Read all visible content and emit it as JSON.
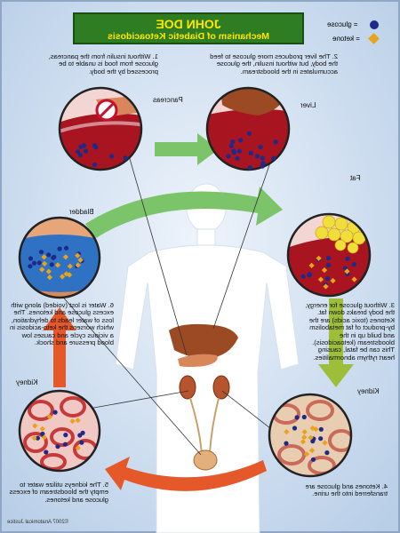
{
  "title": {
    "name": "JOHN DOE",
    "subtitle": "Mechanism of Diabetic Ketoacidosis"
  },
  "legend": {
    "glucose_label": "= glucose",
    "ketone_label": "= ketone",
    "glucose_color": "#1d2a8a",
    "ketone_color": "#e8a21c"
  },
  "labels": {
    "pancreas": "Pancreas",
    "liver": "Liver",
    "fat": "Fat",
    "bladder": "Bladder",
    "kidney_right": "Kidney",
    "kidney_left": "Kidney"
  },
  "steps": {
    "step1": "1. Without insulin from the pancreas, glucose from food is unable to be processed by the body.",
    "step2": "2. The liver produces more glucose to feed the body, but without insulin, the glucose accumulates in the bloodstream.",
    "step3": "3. Without glucose for energy, the body breaks down fat. Ketones (toxic acids) are the by-product of fat metabolism and build up in the bloodstream (ketoacidosis). This can be fatal, causing heart rythym abnormalities.",
    "step4": "4. Ketones and glucose are transferred into the urine.",
    "step5": "5. The kidneys utilize water to empty the bloodstream of excess glucose and ketones.",
    "step6": "6. Water is lost (voided) along with excess glucose and ketones. The loss of water leads to dehydration, which worsens the keto-acidosis in a vicious cycle and causes low blood pressure and shock."
  },
  "copyright": "©2007 Anatomical Justice",
  "colors": {
    "background_blue": "#cfdff0",
    "blood_red": "#a81420",
    "arrow_green": "#7cc469",
    "arrow_orange": "#e4582a",
    "fat_yellow": "#f2de3a",
    "liver_brown": "#9c4a23",
    "pancreas_tan": "#d9865b",
    "body_white": "#ffffff",
    "title_green": "#2f7d22",
    "title_text": "#ffe600"
  }
}
